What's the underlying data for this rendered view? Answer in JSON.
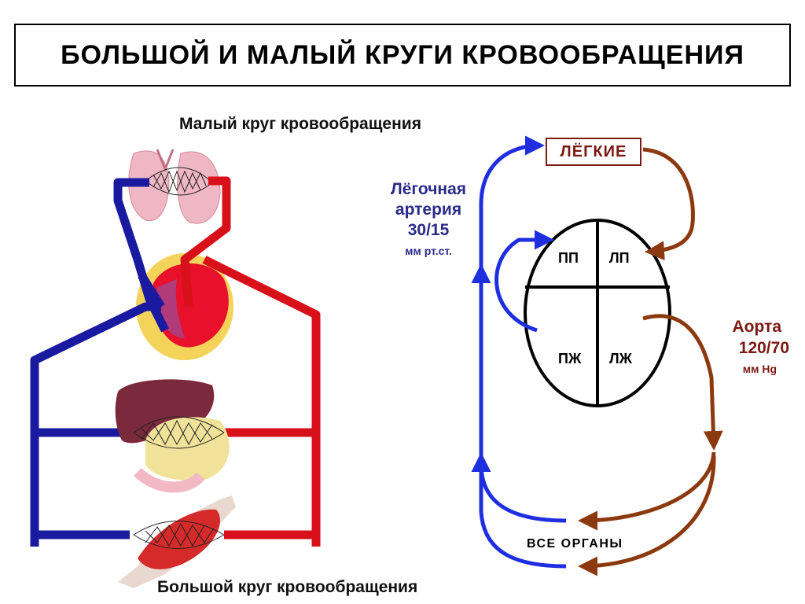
{
  "title": "БОЛЬШОЙ И МАЛЫЙ КРУГИ КРОВООБРАЩЕНИЯ",
  "pulmonary_circuit_caption": "Малый круг кровообращения",
  "systemic_circuit_caption": "Большой круг кровообращения",
  "lungs_label": "ЛЁГКИЕ",
  "pulmonary_artery": {
    "line1": "Лёгочная",
    "line2": "артерия",
    "pressure": "30/15",
    "unit": "мм рт.ст."
  },
  "aorta": {
    "line1": "Аорта",
    "pressure": "120/70",
    "unit": "мм Hg"
  },
  "heart_chambers": {
    "right_atrium": "ПП",
    "left_atrium": "ЛП",
    "right_ventricle": "ПЖ",
    "left_ventricle": "ЛЖ"
  },
  "organs_label": "ВСЕ ОРГАНЫ",
  "colors": {
    "venous_blue": "#1a1aa0",
    "arterial_red": "#d8101a",
    "pulmonary_arrow_blue": "#1f2fe0",
    "systemic_arrow_brown": "#8b3a10",
    "label_blue": "#2b2b8a",
    "label_brown": "#7a1a14"
  }
}
